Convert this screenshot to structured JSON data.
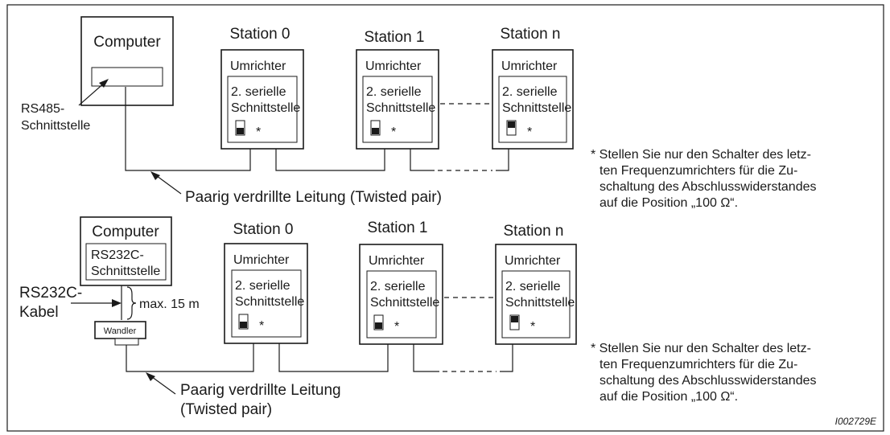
{
  "top": {
    "computer_label": "Computer",
    "interface_label_line1": "RS485-",
    "interface_label_line2": "Schnittstelle",
    "stations": [
      {
        "title": "Station 0",
        "inverter": "Umrichter",
        "port_line1": "2. serielle",
        "port_line2": "Schnittstelle",
        "switch_state": "off",
        "asterisk": "*"
      },
      {
        "title": "Station 1",
        "inverter": "Umrichter",
        "port_line1": "2. serielle",
        "port_line2": "Schnittstelle",
        "switch_state": "off",
        "asterisk": "*"
      },
      {
        "title": "Station n",
        "inverter": "Umrichter",
        "port_line1": "2. serielle",
        "port_line2": "Schnittstelle",
        "switch_state": "on",
        "asterisk": "*"
      }
    ],
    "cable_label": "Paarig verdrillte Leitung (Twisted pair)",
    "note_lines": [
      "* Stellen Sie nur den Schalter des letz-",
      "ten Frequenzumrichters für die Zu-",
      "schaltung des Abschlusswiderstandes",
      "auf die Position „100 Ω“."
    ]
  },
  "bottom": {
    "computer_label": "Computer",
    "computer_port_line1": "RS232C-",
    "computer_port_line2": "Schnittstelle",
    "cable_label_line1": "RS232C-",
    "cable_label_line2": "Kabel",
    "max_length": "max. 15 m",
    "converter_label": "Wandler",
    "stations": [
      {
        "title": "Station 0",
        "inverter": "Umrichter",
        "port_line1": "2. serielle",
        "port_line2": "Schnittstelle",
        "switch_state": "off",
        "asterisk": "*"
      },
      {
        "title": "Station 1",
        "inverter": "Umrichter",
        "port_line1": "2. serielle",
        "port_line2": "Schnittstelle",
        "switch_state": "off",
        "asterisk": "*"
      },
      {
        "title": "Station n",
        "inverter": "Umrichter",
        "port_line1": "2. serielle",
        "port_line2": "Schnittstelle",
        "switch_state": "on",
        "asterisk": "*"
      }
    ],
    "cable_label_line1_tp": "Paarig verdrillte Leitung",
    "cable_label_line2_tp": "(Twisted pair)",
    "note_lines": [
      "* Stellen Sie nur den Schalter des letz-",
      "ten Frequenzumrichters für die Zu-",
      "schaltung des Abschlusswiderstandes",
      "auf die Position „100 Ω“."
    ]
  },
  "figure_code": "I002729E"
}
